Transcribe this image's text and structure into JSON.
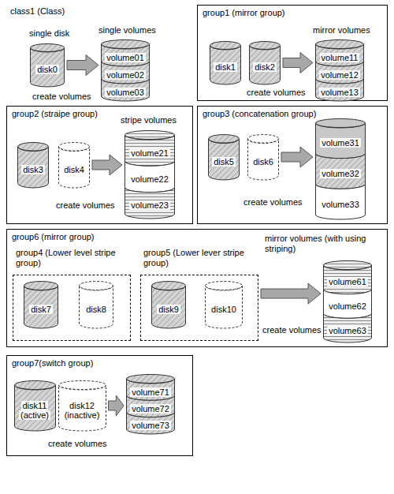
{
  "diagram": {
    "nodes": [
      {
        "text": [
          "disk0"
        ]
      },
      {
        "text": [
          "volume01",
          "volume02",
          "volume03"
        ]
      },
      {
        "text": [
          "group1 (mirror group)"
        ]
      },
      {
        "text": [
          "disk1"
        ],
        "in": 2
      },
      {
        "text": [
          "disk2"
        ],
        "in": 2
      },
      {
        "text": [
          "volume11",
          "volume12",
          "volume13"
        ],
        "in": 2
      },
      {
        "text": [
          "group2 (straipe group)"
        ]
      },
      {
        "text": [
          "disk3"
        ],
        "in": 6
      },
      {
        "text": [
          "disk4"
        ],
        "in": 6
      },
      {
        "text": [
          "volume21",
          "volume22",
          "volume23"
        ],
        "in": 6
      },
      {
        "text": [
          "group3 (concatenation group)"
        ]
      },
      {
        "text": [
          "disk5"
        ],
        "in": 10
      },
      {
        "text": [
          "disk6"
        ],
        "in": 10
      },
      {
        "text": [
          "volume31",
          "volume32",
          "volume33"
        ],
        "in": 10
      },
      {
        "text": [
          "group6 (mirror group)"
        ]
      },
      {
        "text": [
          "group4 (Lower level stripe group)"
        ],
        "in": 14
      },
      {
        "text": [
          "disk7"
        ],
        "in": 15
      },
      {
        "text": [
          "disk8"
        ],
        "in": 15
      },
      {
        "text": [
          "group5 (Lower lever stripe group)"
        ],
        "in": 14
      },
      {
        "text": [
          "disk9"
        ],
        "in": 18
      },
      {
        "text": [
          "disk10"
        ],
        "in": 18
      },
      {
        "text": [
          "volume61",
          "volume62",
          "volume63"
        ],
        "in": 14
      },
      {
        "text": [
          "group7(switch group)"
        ]
      },
      {
        "text": [
          "disk11",
          "(active)"
        ],
        "in": 22
      },
      {
        "text": [
          "disk12",
          "(inactive)"
        ],
        "in": 22
      },
      {
        "text": [
          "volume71",
          "volume72",
          "volume73"
        ],
        "in": 22
      }
    ],
    "edges": [
      {
        "from": 0,
        "to": 1,
        "arrow": "to"
      },
      {
        "from": 4,
        "to": 5,
        "arrow": "to"
      },
      {
        "from": 8,
        "to": 9,
        "arrow": "to"
      },
      {
        "from": 12,
        "to": 13,
        "arrow": "to"
      },
      {
        "from": 18,
        "to": 21,
        "arrow": "to"
      },
      {
        "from": 24,
        "to": 25,
        "arrow": "to"
      }
    ],
    "labels": [
      "class1 (Class)",
      "single disk",
      "single volumes",
      "create volumes",
      "mirror volumes",
      "create volumes",
      "stripe volumes",
      "create volumes",
      "create volumes",
      "mirror volumes (with using striping)",
      "create volumes",
      "create volumes"
    ]
  }
}
